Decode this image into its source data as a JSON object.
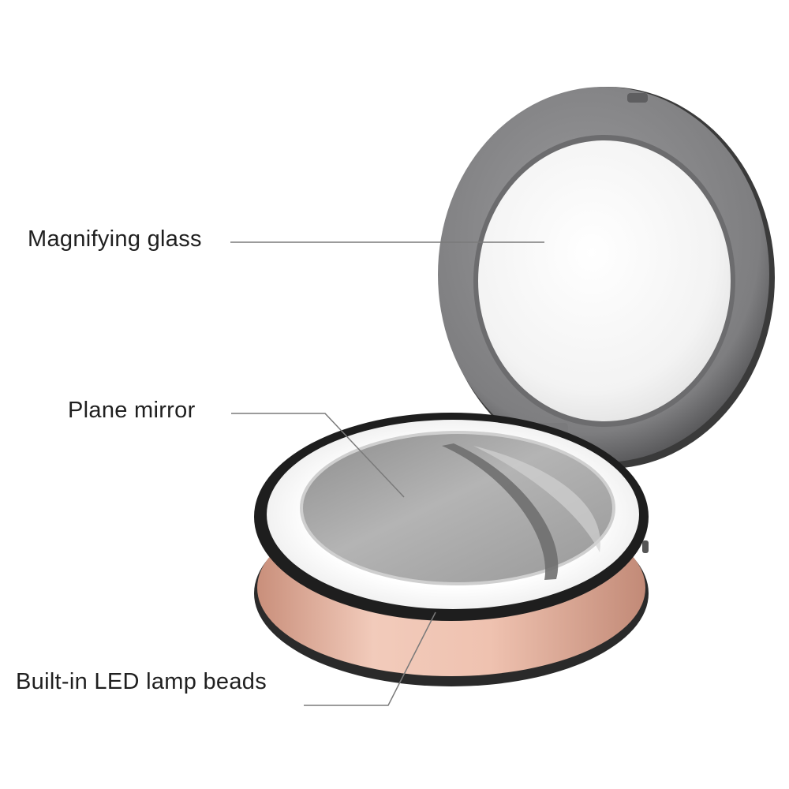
{
  "labels": {
    "magnifying_glass": "Magnifying glass",
    "plane_mirror": "Plane mirror",
    "led_beads": "Built-in LED lamp beads"
  },
  "colors": {
    "background": "#ffffff",
    "lid_frame": "#8a8a8c",
    "lid_mirror": "#f4f4f4",
    "led_ring": "#fbfbfb",
    "plane_mirror": "#a9a9a9",
    "base_body": "#e8b9a6",
    "leader_line": "#7a7a7a"
  }
}
